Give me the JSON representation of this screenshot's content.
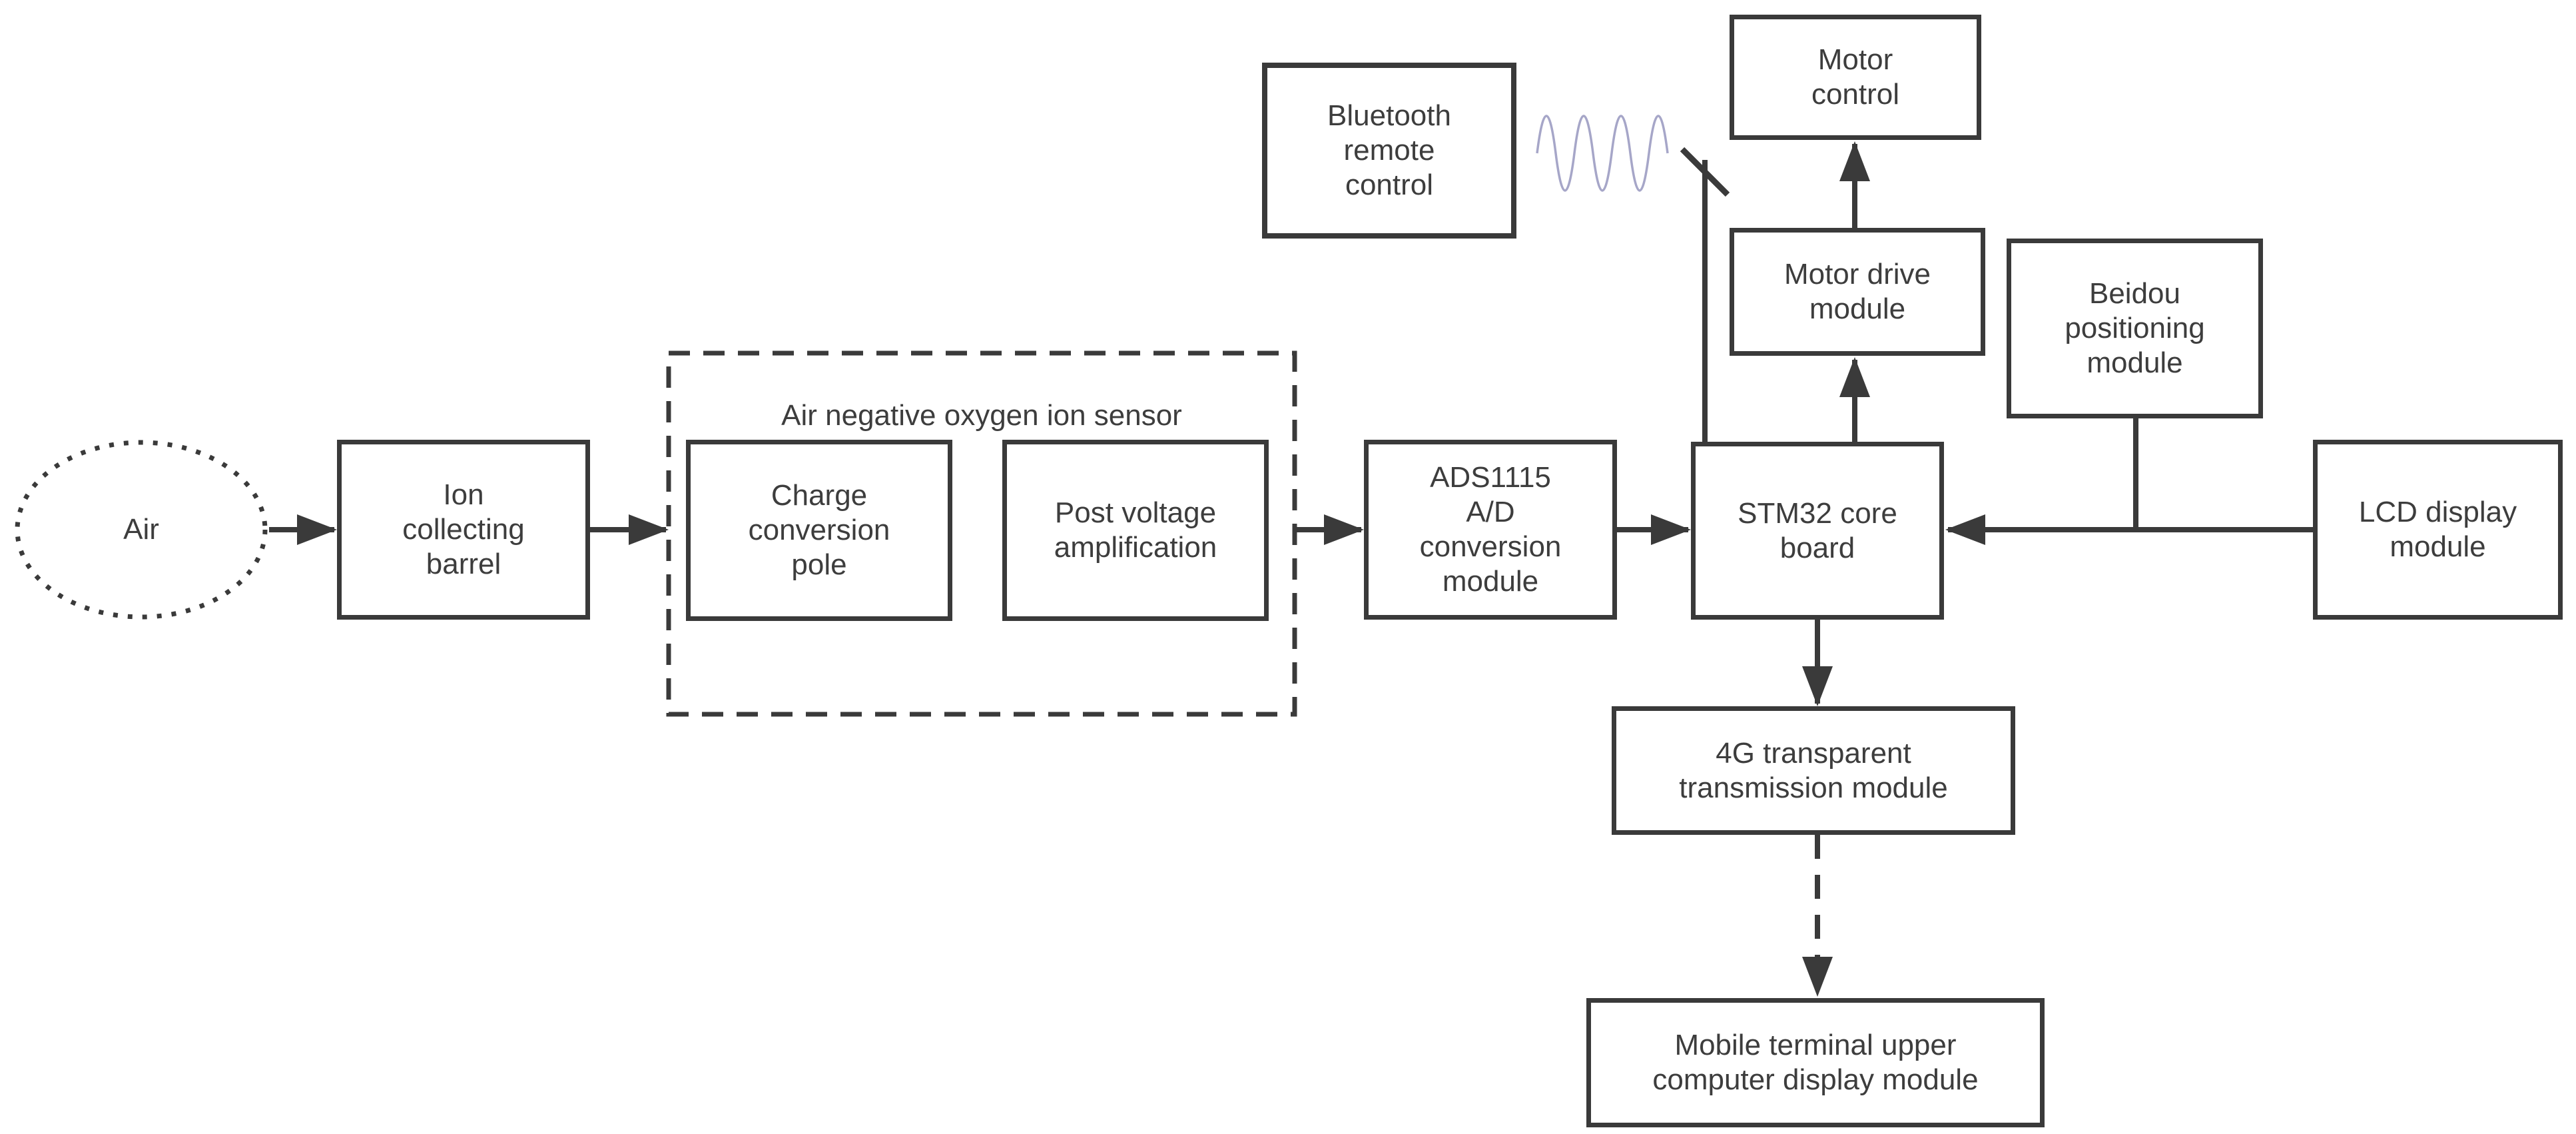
{
  "diagram": {
    "type": "block-diagram",
    "nodes": {
      "air": {
        "label": "Air",
        "shape": "dotted-ellipse"
      },
      "ion_collecting_barrel": {
        "label": "Ion\ncollecting\nbarrel",
        "shape": "rect"
      },
      "sensor_group": {
        "label": "Air negative oxygen ion sensor",
        "shape": "dashed-container"
      },
      "charge_conversion_pole": {
        "label": "Charge\nconversion\npole",
        "shape": "rect"
      },
      "post_voltage_amplification": {
        "label": "Post voltage\namplification",
        "shape": "rect"
      },
      "ads1115": {
        "label": "ADS1115\nA/D\nconversion\nmodule",
        "shape": "rect"
      },
      "stm32": {
        "label": "STM32 core\nboard",
        "shape": "rect"
      },
      "bluetooth": {
        "label": "Bluetooth\nremote\ncontrol",
        "shape": "rect"
      },
      "motor_control": {
        "label": "Motor\ncontrol",
        "shape": "rect"
      },
      "motor_drive": {
        "label": "Motor drive\nmodule",
        "shape": "rect"
      },
      "beidou": {
        "label": "Beidou\npositioning\nmodule",
        "shape": "rect"
      },
      "lcd": {
        "label": "LCD display\nmodule",
        "shape": "rect"
      },
      "transmission_4g": {
        "label": "4G transparent\ntransmission module",
        "shape": "rect"
      },
      "mobile_terminal": {
        "label": "Mobile terminal upper\ncomputer display module",
        "shape": "rect"
      }
    },
    "edges": [
      {
        "from": "Air",
        "to": "Ion collecting barrel",
        "style": "solid-arrow"
      },
      {
        "from": "Ion collecting barrel",
        "to": "Air negative oxygen ion sensor",
        "style": "solid-arrow"
      },
      {
        "from": "Air negative oxygen ion sensor",
        "to": "ADS1115 A/D conversion module",
        "style": "solid-arrow"
      },
      {
        "from": "ADS1115 A/D conversion module",
        "to": "STM32 core board",
        "style": "solid-arrow"
      },
      {
        "from": "LCD display module",
        "to": "STM32 core board",
        "style": "solid-arrow"
      },
      {
        "from": "Beidou positioning module",
        "to": "LCD display module to STM32 core board link",
        "style": "solid-line"
      },
      {
        "from": "STM32 core board",
        "to": "Motor drive module",
        "style": "solid-arrow"
      },
      {
        "from": "Motor drive module",
        "to": "Motor control",
        "style": "solid-arrow"
      },
      {
        "from": "Bluetooth remote control",
        "to": "STM32 core board antenna",
        "style": "wireless-wave"
      },
      {
        "from": "STM32 core board",
        "to": "4G transparent transmission module",
        "style": "solid-arrow"
      },
      {
        "from": "4G transparent transmission module",
        "to": "Mobile terminal upper computer display module",
        "style": "dashed-arrow"
      }
    ],
    "colors": {
      "line": "#3a3a3a",
      "text": "#3d3d3d",
      "wave": "#a6a6c8",
      "background": "#ffffff"
    }
  }
}
